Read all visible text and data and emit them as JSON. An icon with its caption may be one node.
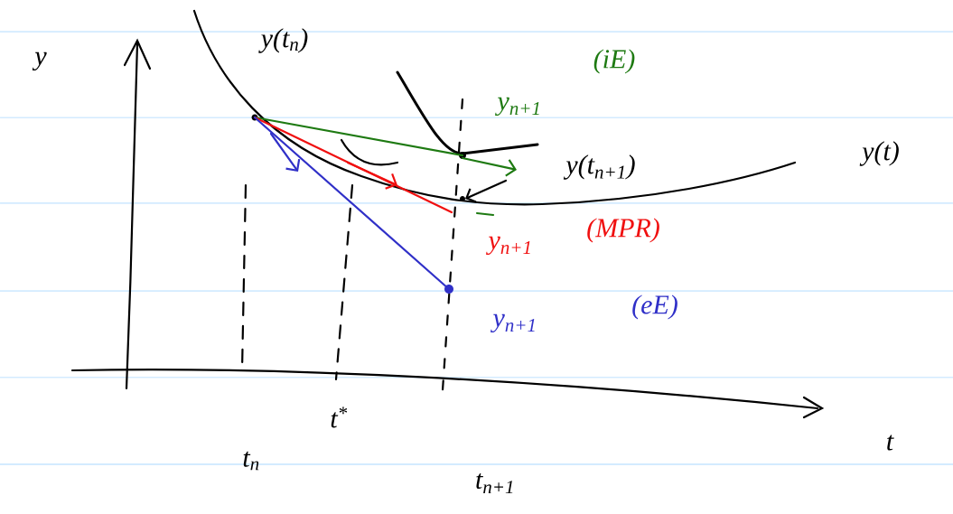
{
  "diagram": {
    "labels": [
      "y",
      "y(t$_{n}$)",
      "(iE)",
      "y$_{n+1}$",
      "y(t$_{n+1}$)",
      "y(t)",
      "(MPR)",
      "y$_{n+1}$",
      "(eE)",
      "y$_{n+1}$",
      "t$^{*}$",
      "t",
      "t$_{n}$",
      "t$_{n+1}$"
    ]
  }
}
